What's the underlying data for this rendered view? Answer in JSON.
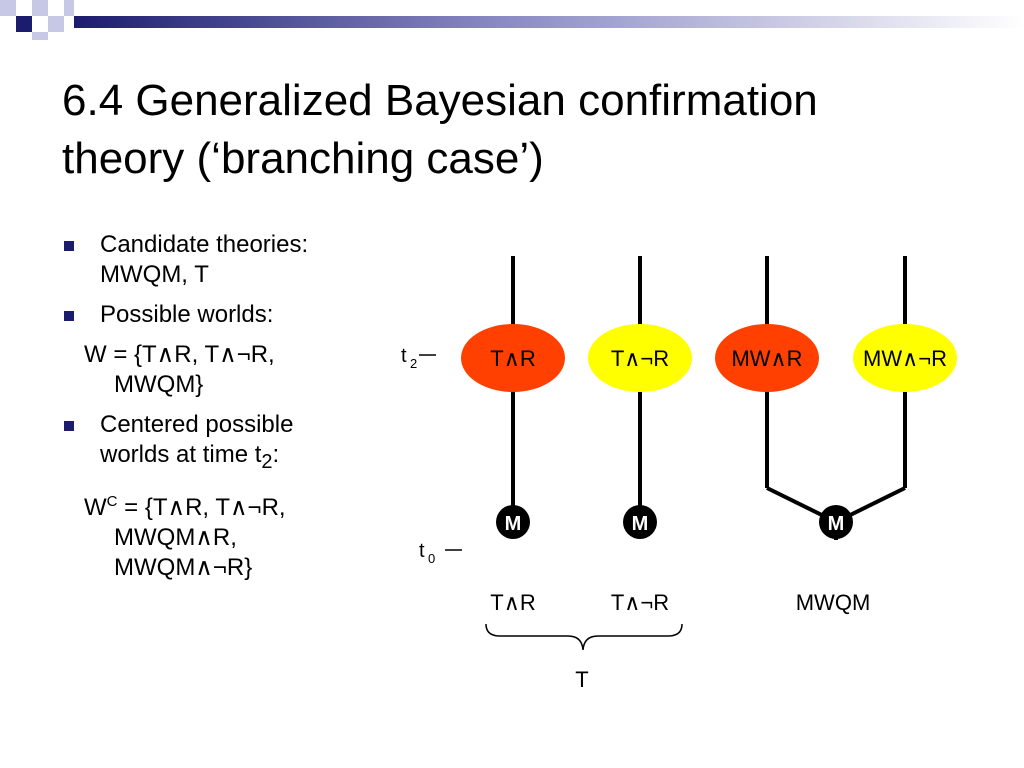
{
  "title_line1": "6.4 Generalized Bayesian confirmation",
  "title_line2": "theory (‘branching case’)",
  "bullets": [
    {
      "label": "Candidate theories:",
      "line2": "MWQM, T"
    },
    {
      "label": "Possible worlds:"
    },
    {
      "label": "Centered possible",
      "line2_prefix": "worlds at time t",
      "line2_sub": "2",
      "line2_suffix": ":"
    }
  ],
  "worlds_set": {
    "line1": "W = {T∧R, T∧¬R,",
    "line2": "MWQM}"
  },
  "centered_set": {
    "w": "W",
    "sup": "C",
    "line1_rest": " = {T∧R, T∧¬R,",
    "line2": "MWQM∧R,",
    "line3": "MWQM∧¬R}"
  },
  "diagram": {
    "t2_label": "t",
    "t2_sub": "2",
    "t0_label": "t",
    "t0_sub": "0",
    "nodes_t2": [
      "T∧R",
      "T∧¬R",
      "MW∧R",
      "MW∧¬R"
    ],
    "node_colors": [
      "#ff4000",
      "#ffff00",
      "#ff4000",
      "#ffff00"
    ],
    "m_label": "M",
    "t0_worlds": [
      "T∧R",
      "T∧¬R",
      "MWQM"
    ],
    "brace_label": "T"
  },
  "colors": {
    "deco_navy": "#1c1c6e",
    "deco_lilac": "#c7c7e6",
    "node_red": "#ff4000",
    "node_yellow": "#ffff00"
  }
}
